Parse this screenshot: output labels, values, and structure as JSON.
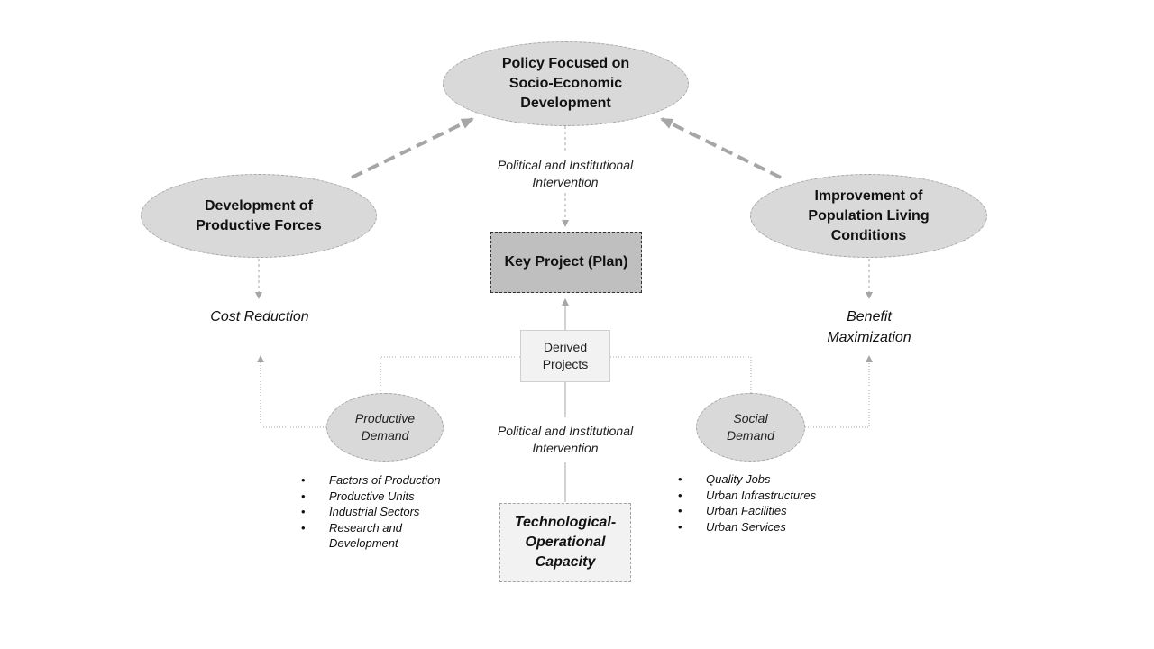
{
  "nodes": {
    "policy": "Policy Focused on Socio-Economic Development",
    "productive_forces": "Development of Productive Forces",
    "living_conditions": "Improvement of Population Living Conditions",
    "key_project": "Key Project (Plan)",
    "derived_projects": "Derived Projects",
    "productive_demand": "Productive Demand",
    "social_demand": "Social Demand",
    "tech_capacity": "Technological-Operational Capacity"
  },
  "labels": {
    "intervention_top": "Political and Institutional Intervention",
    "intervention_bottom": "Political and Institutional Intervention",
    "cost_reduction": "Cost Reduction",
    "benefit_maximization": "Benefit Maximization"
  },
  "productive_demand_items": [
    "Factors of Production",
    "Productive Units",
    "Industrial Sectors",
    "Research and Development"
  ],
  "social_demand_items": [
    "Quality Jobs",
    "Urban Infrastructures",
    "Urban Facilities",
    "Urban Services"
  ],
  "colors": {
    "ellipse_fill": "#d9d9d9",
    "key_box_fill": "#bfbfbf",
    "light_box_fill": "#f2f2f2",
    "connector": "#a6a6a6",
    "dashed_arrow": "#a6a6a6"
  }
}
